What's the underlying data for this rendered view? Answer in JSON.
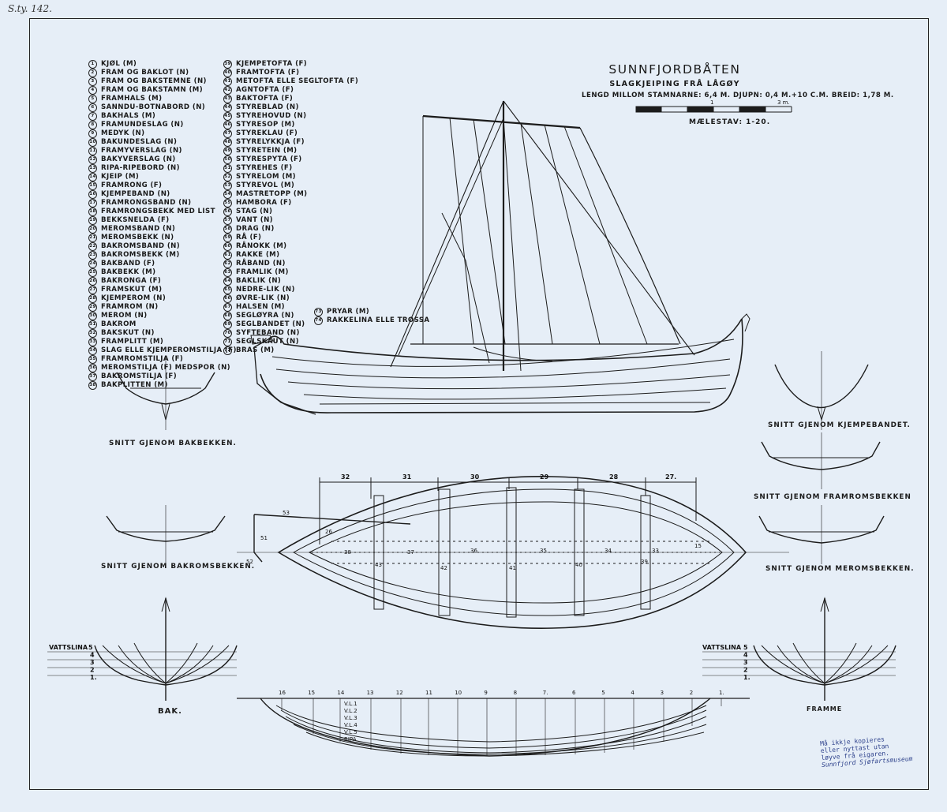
{
  "sheet_ref": "S.ty. 142.",
  "title": "SUNNFJORDBÅTEN",
  "subtitle": "SLAGKJEIPING FRÅ LÅGØY",
  "dimensions": "LENGD MILLOM STAMNARNE: 6,4 M. DJUPN: 0,4 M.+10 C.M. BREID: 1,78 M.",
  "scale_text": "MÆLESTAV: 1-20.",
  "scale_bar_labels": [
    "1",
    "3 m."
  ],
  "legend": [
    {
      "n": "1",
      "text": "KJØL (M)"
    },
    {
      "n": "2",
      "text": "FRAM OG BAKLOT (N)"
    },
    {
      "n": "3",
      "text": "FRAM OG BAKSTEMNE (N)"
    },
    {
      "n": "4",
      "text": "FRAM OG BAKSTAMN (M)"
    },
    {
      "n": "5",
      "text": "FRAMHALS (M)"
    },
    {
      "n": "6",
      "text": "SANNDU-BOTNABORD (N)"
    },
    {
      "n": "7",
      "text": "BAKHALS (M)"
    },
    {
      "n": "8",
      "text": "FRAMUNDESLAG (N)"
    },
    {
      "n": "9",
      "text": "MEDYK (N)"
    },
    {
      "n": "10",
      "text": "BAKUNDESLAG (N)"
    },
    {
      "n": "11",
      "text": "FRAMYVERSLAG (N)"
    },
    {
      "n": "12",
      "text": "BAKYVERSLAG (N)"
    },
    {
      "n": "13",
      "text": "RIPA-RIPEBORD (N)"
    },
    {
      "n": "14",
      "text": "KJEIP (M)"
    },
    {
      "n": "15",
      "text": "FRAMRONG (F)"
    },
    {
      "n": "16",
      "text": "KJEMPEBAND (N)"
    },
    {
      "n": "17",
      "text": "FRAMRONGSBAND (N)"
    },
    {
      "n": "18",
      "text": "FRAMRONGSBEKK MED LIST"
    },
    {
      "n": "19",
      "text": "BEKKSNELDA (F)"
    },
    {
      "n": "20",
      "text": "MEROMSBAND (N)"
    },
    {
      "n": "21",
      "text": "MEROMSBEKK (N)"
    },
    {
      "n": "22",
      "text": "BAKROMSBAND (N)"
    },
    {
      "n": "23",
      "text": "BAKROMSBEKK (M)"
    },
    {
      "n": "24",
      "text": "BAKBAND (F)"
    },
    {
      "n": "25",
      "text": "BAKBEKK (M)"
    },
    {
      "n": "26",
      "text": "BAKRONGA (F)"
    },
    {
      "n": "27",
      "text": "FRAMSKUT (M)"
    },
    {
      "n": "28",
      "text": "KJEMPEROM (N)"
    },
    {
      "n": "29",
      "text": "FRAMROM (N)"
    },
    {
      "n": "30",
      "text": "MEROM (N)"
    },
    {
      "n": "31",
      "text": "BAKROM"
    },
    {
      "n": "32",
      "text": "BAKSKUT (N)"
    },
    {
      "n": "33",
      "text": "FRAMPLITT (M)"
    },
    {
      "n": "34",
      "text": "SLAG ELLE KJEMPEROMSTILJA (F)"
    },
    {
      "n": "35",
      "text": "FRAMROMSTILJA (F)"
    },
    {
      "n": "36",
      "text": "MEROMSTILJA (F) MEDSPOR (N)"
    },
    {
      "n": "37",
      "text": "BAKROMSTILJA (F)"
    },
    {
      "n": "38",
      "text": "BAKPLITTEN (M)"
    },
    {
      "n": "39",
      "text": "KJEMPETOFTA (F)"
    },
    {
      "n": "40",
      "text": "FRAMTOFTA (F)"
    },
    {
      "n": "41",
      "text": "METOFTA ELLE SEGLTOFTA (F)"
    },
    {
      "n": "42",
      "text": "AGNTOFTA (F)"
    },
    {
      "n": "43",
      "text": "BAKTOFTA (F)"
    },
    {
      "n": "44",
      "text": "STYREBLAD (N)"
    },
    {
      "n": "45",
      "text": "STYREHOVUD (N)"
    },
    {
      "n": "46",
      "text": "STYRESOP (M)"
    },
    {
      "n": "47",
      "text": "STYREKLAU (F)"
    },
    {
      "n": "48",
      "text": "STYRELYKKJA (F)"
    },
    {
      "n": "49",
      "text": "STYRETEIN (M)"
    },
    {
      "n": "50",
      "text": "STYRESPYTA (F)"
    },
    {
      "n": "51",
      "text": "STYREHES (F)"
    },
    {
      "n": "52",
      "text": "STYRELOM (M)"
    },
    {
      "n": "53",
      "text": "STYREVOL (M)"
    },
    {
      "n": "54",
      "text": "MASTRETOPP (M)"
    },
    {
      "n": "55",
      "text": "HAMBORA (F)"
    },
    {
      "n": "56",
      "text": "STAG (N)"
    },
    {
      "n": "57",
      "text": "VANT (N)"
    },
    {
      "n": "58",
      "text": "DRAG (N)"
    },
    {
      "n": "59",
      "text": "RÅ (F)"
    },
    {
      "n": "60",
      "text": "RÅNOKK (M)"
    },
    {
      "n": "61",
      "text": "RAKKE (M)"
    },
    {
      "n": "62",
      "text": "RÅBAND (N)"
    },
    {
      "n": "63",
      "text": "FRAMLIK (M)"
    },
    {
      "n": "64",
      "text": "BAKLIK (N)"
    },
    {
      "n": "65",
      "text": "NEDRE-LIK (N)"
    },
    {
      "n": "66",
      "text": "ØVRE-LIK (N)"
    },
    {
      "n": "67",
      "text": "HALSEN (M)"
    },
    {
      "n": "68",
      "text": "SEGLØYRA (N)"
    },
    {
      "n": "69",
      "text": "SEGLBANDET (N)"
    },
    {
      "n": "70",
      "text": "SYFTEBAND (N)"
    },
    {
      "n": "71",
      "text": "SEGLSKAUT (N)"
    },
    {
      "n": "72",
      "text": "BRAS (M)"
    },
    {
      "n": "73",
      "text": "PRYAR (M)"
    },
    {
      "n": "74",
      "text": "RAKKELINA ELLE TROSSA"
    }
  ],
  "captions": {
    "bakbekken": "SNITT GJENOM BAKBEKKEN.",
    "kjempebandet": "SNITT GJENOM KJEMPEBANDET.",
    "framromsbekken": "SNITT GJENOM FRAMROMSBEKKEN",
    "bakromsbekken": "SNITT GJENOM BAKROMSBEKKEN.",
    "meromsbekken": "SNITT GJENOM MEROMSBEKKEN.",
    "bak": "BAK.",
    "framme": "FRAMME"
  },
  "waterlines_label": "VATTSLINA",
  "waterlines_left": [
    "5",
    "4",
    "3",
    "2",
    "1."
  ],
  "waterlines_right": [
    "5",
    "4",
    "3",
    "2",
    "1."
  ],
  "room_dims": [
    "32",
    "31",
    "30",
    "29",
    "28",
    "27."
  ],
  "stations": [
    "16",
    "15",
    "14",
    "13",
    "12",
    "11",
    "10",
    "9",
    "8",
    "7.",
    "6",
    "5",
    "4",
    "3",
    "2",
    "1."
  ],
  "profile_lines": [
    "V.L.1",
    "V.L.2",
    "V.L.3",
    "V.L.4",
    "V.L.5",
    "RIPA"
  ],
  "plan_labels": [
    "38",
    "37",
    "36",
    "35",
    "34",
    "33",
    "43",
    "42",
    "41",
    "40",
    "39",
    "26",
    "15",
    "51",
    "52",
    "53"
  ],
  "stamp": {
    "lines": [
      "Må ikkje kopieres",
      "eller nyttast utan",
      "løyve frå eigaren."
    ],
    "signature": "Sunnfjord Sjøfartsmuseum"
  }
}
